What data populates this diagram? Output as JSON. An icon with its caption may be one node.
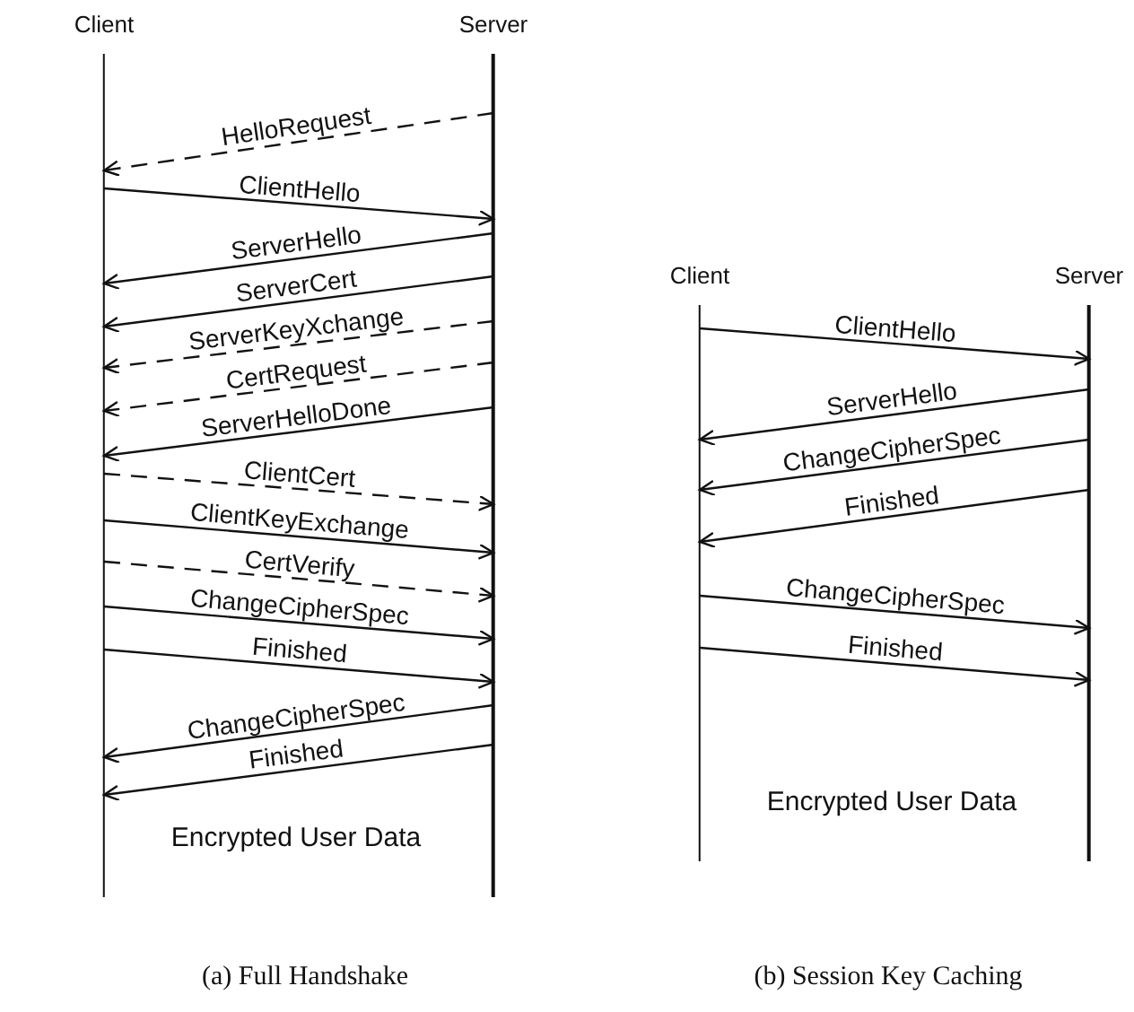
{
  "diagram": {
    "nodes": [
      {
        "text": [
          "Client"
        ]
      },
      {
        "text": [
          "Server"
        ]
      },
      {
        "text": [
          "Client"
        ]
      },
      {
        "text": [
          "Server"
        ]
      }
    ],
    "edges": [
      {
        "from": 1,
        "to": 0,
        "arrow": "to",
        "label": "HelloRequest",
        "style": "dashed"
      },
      {
        "from": 0,
        "to": 1,
        "arrow": "to",
        "label": "ClientHello"
      },
      {
        "from": 1,
        "to": 0,
        "arrow": "to",
        "label": "ServerHello"
      },
      {
        "from": 1,
        "to": 0,
        "arrow": "to",
        "label": "ServerCert"
      },
      {
        "from": 1,
        "to": 0,
        "arrow": "to",
        "label": "ServerKeyXchange",
        "style": "dashed"
      },
      {
        "from": 1,
        "to": 0,
        "arrow": "to",
        "label": "CertRequest",
        "style": "dashed"
      },
      {
        "from": 1,
        "to": 0,
        "arrow": "to",
        "label": "ServerHelloDone"
      },
      {
        "from": 0,
        "to": 1,
        "arrow": "to",
        "label": "ClientCert",
        "style": "dashed"
      },
      {
        "from": 0,
        "to": 1,
        "arrow": "to",
        "label": "ClientKeyExchange"
      },
      {
        "from": 0,
        "to": 1,
        "arrow": "to",
        "label": "CertVerify",
        "style": "dashed"
      },
      {
        "from": 0,
        "to": 1,
        "arrow": "to",
        "label": "ChangeCipherSpec"
      },
      {
        "from": 0,
        "to": 1,
        "arrow": "to",
        "label": "Finished"
      },
      {
        "from": 1,
        "to": 0,
        "arrow": "to",
        "label": "ChangeCipherSpec"
      },
      {
        "from": 1,
        "to": 0,
        "arrow": "to",
        "label": "Finished"
      },
      {
        "from": 2,
        "to": 3,
        "arrow": "to",
        "label": "ClientHello"
      },
      {
        "from": 3,
        "to": 2,
        "arrow": "to",
        "label": "ServerHello"
      },
      {
        "from": 3,
        "to": 2,
        "arrow": "to",
        "label": "ChangeCipherSpec"
      },
      {
        "from": 3,
        "to": 2,
        "arrow": "to",
        "label": "Finished"
      },
      {
        "from": 2,
        "to": 3,
        "arrow": "to",
        "label": "ChangeCipherSpec"
      },
      {
        "from": 2,
        "to": 3,
        "arrow": "to",
        "label": "Finished"
      }
    ],
    "labels": [
      "Encrypted User Data",
      "Encrypted User Data",
      "(a) Full Handshake",
      "(b) Session Key Caching"
    ]
  }
}
